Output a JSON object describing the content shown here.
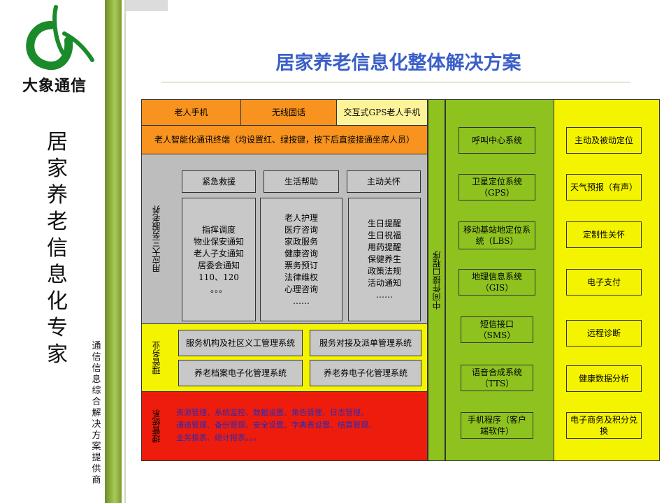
{
  "brand": {
    "logo_text": "大象通信",
    "vertical_title": "居家养老信息化专家",
    "vertical_subtitle": "通信信息综合解决方案提供商",
    "logo_color": "#1a8a2a"
  },
  "page": {
    "title": "居家养老信息化整体解决方案"
  },
  "top_row": {
    "items": [
      "老人手机",
      "无线固话",
      "交互式GPS老人手机"
    ],
    "terminal": "老人智能化通讯终端（均设置红、绿按键，按下后直接接通坐席人员）"
  },
  "services": {
    "side_label": "用应大三务服老养",
    "headers": [
      "紧急救援",
      "生活帮助",
      "主动关怀"
    ],
    "columns": [
      [
        "指挥调度",
        "物业保安通知",
        "老人子女通知",
        "居委会通知",
        "110、120",
        "。。。"
      ],
      [
        "老人护理",
        "医疗咨询",
        "家政服务",
        "健康咨询",
        "票务预订",
        "法律维权",
        "心理咨询",
        "……"
      ],
      [
        "生日提醒",
        "生日祝福",
        "用药提醒",
        "保健养生",
        "政策法规",
        "活动通知",
        "……"
      ]
    ]
  },
  "business": {
    "side_label": "理管务业",
    "items": [
      "服务机构及社区义工管理系统",
      "服务对接及派单管理系统",
      "养老档案电子化管理系统",
      "养老券电子化管理系统"
    ]
  },
  "system": {
    "side_label": "理管统系",
    "text": [
      "资源管理、系统监控、数据设置、角色管理、日志管理、",
      "通道管理、备份管理、安全设置、字典表设置、结算管理、",
      "业务报表、统计报表。。。"
    ]
  },
  "middleware": {
    "label": "中间件接口程序"
  },
  "green_items": [
    "呼叫中心系统",
    "卫星定位系统（GPS）",
    "移动基站地定位系统（LBS）",
    "地理信息系统（GIS）",
    "短信接口（SMS）",
    "语音合成系统（TTS）",
    "手机程序（客户端软件）"
  ],
  "yellow_items": [
    "主动及被动定位",
    "天气预报（有声）",
    "定制性关怀",
    "电子支付",
    "远程诊断",
    "健康数据分析",
    "电子商务及积分兑换"
  ],
  "colors": {
    "orange": "#f7931e",
    "yellow": "#f4f400",
    "green": "#8ec21f",
    "red": "#ee1c0c",
    "grey": "#bdbdbd",
    "title_blue": "#3a5fc8"
  }
}
